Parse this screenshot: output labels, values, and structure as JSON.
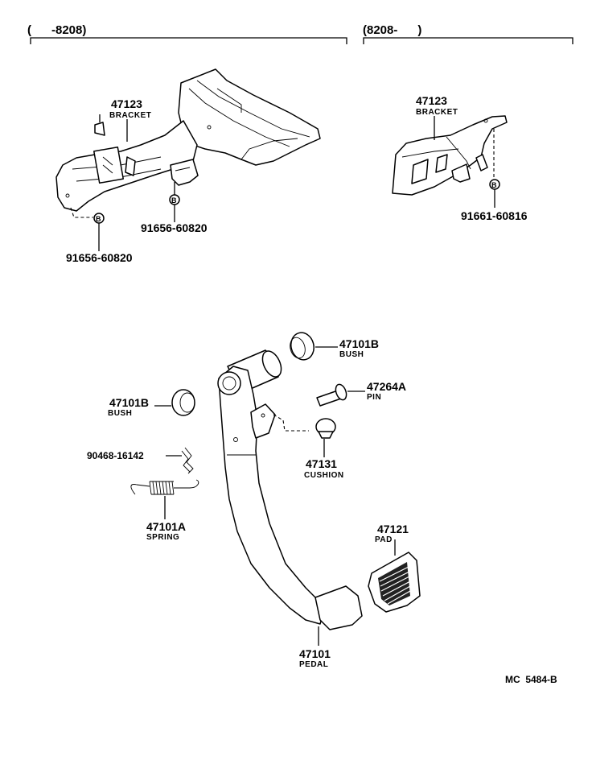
{
  "headers": {
    "left": "(      -8208)",
    "right": "(8208-      )"
  },
  "parts": {
    "bracket_left": {
      "number": "47123",
      "name": "BRACKET"
    },
    "bracket_right": {
      "number": "47123",
      "name": "BRACKET"
    },
    "bolt_left_lower": {
      "number": "91656-60820",
      "marker": "B"
    },
    "bolt_left_upper": {
      "number": "91656-60820",
      "marker": "B"
    },
    "bolt_right": {
      "number": "91661-60816",
      "marker": "B"
    },
    "bush_top": {
      "number": "47101B",
      "name": "BUSH"
    },
    "bush_left": {
      "number": "47101B",
      "name": "BUSH"
    },
    "pin": {
      "number": "47264A",
      "name": "PIN"
    },
    "clip": {
      "number": "90468-16142"
    },
    "cushion": {
      "number": "47131",
      "name": "CUSHION"
    },
    "spring": {
      "number": "47101A",
      "name": "SPRING"
    },
    "pad": {
      "number": "47121",
      "name": "PAD"
    },
    "pedal": {
      "number": "47101",
      "name": "PEDAL"
    }
  },
  "footer": {
    "code": "MC  5484-B"
  }
}
